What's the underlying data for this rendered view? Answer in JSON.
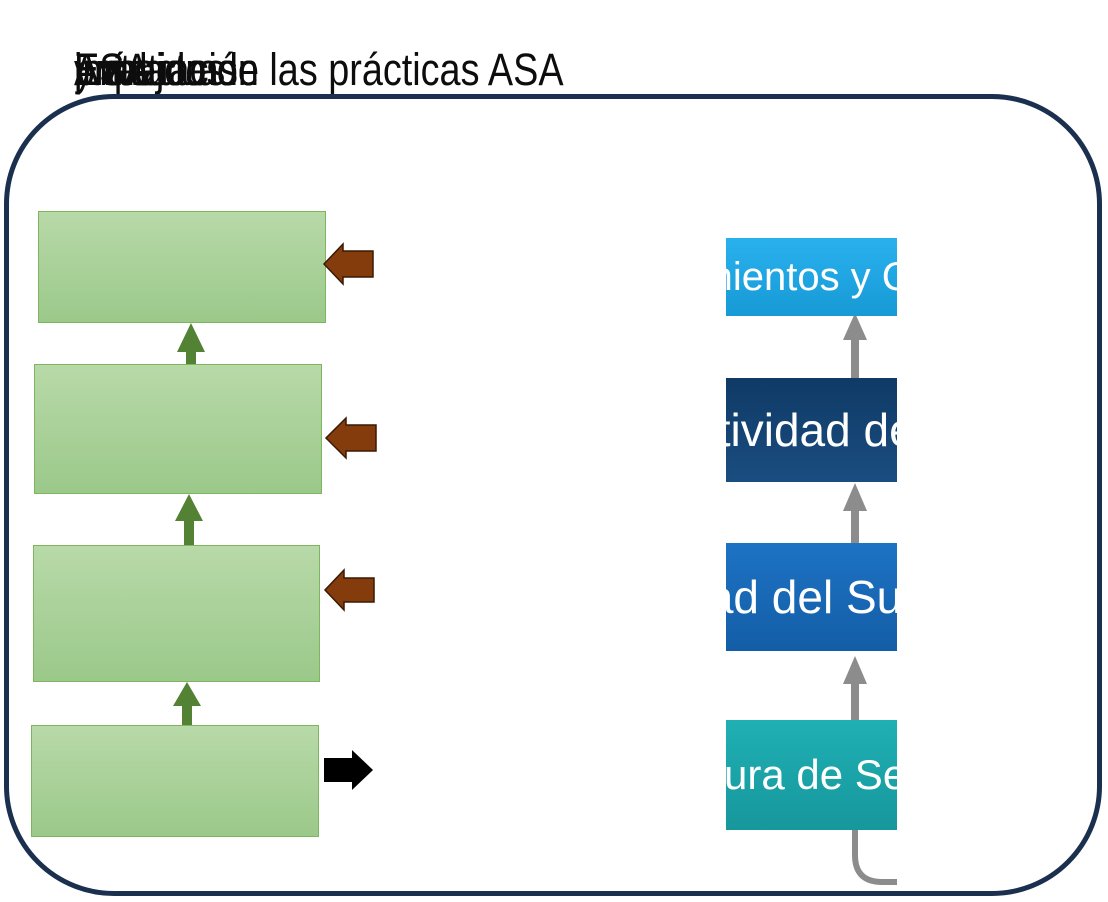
{
  "title": {
    "text": "impacto de las prácticas ASA",
    "overlap_fragments": [
      "Entrada de",
      "Evaluación",
      "prácticas",
      "y mejoras",
      "ASA"
    ]
  },
  "cascade": {
    "steps": [
      {
        "label": "Rendimientos y Costos Cultivos",
        "color": "#1fa3e0"
      },
      {
        "label": "Productividad del Agua",
        "color": "#14406e"
      },
      {
        "label": "Calidad del Suelo",
        "color": "#1a69b6"
      },
      {
        "label": "Agricultura de Secano",
        "color": "#19a2a7"
      }
    ]
  },
  "colors": {
    "frame": "#1b2f4f",
    "green_box": "#a8d196",
    "green_arrow": "#548235",
    "brown_arrow": "#843c0c",
    "black_arrow": "#000000",
    "gray_arrow": "#8c8c8c"
  }
}
